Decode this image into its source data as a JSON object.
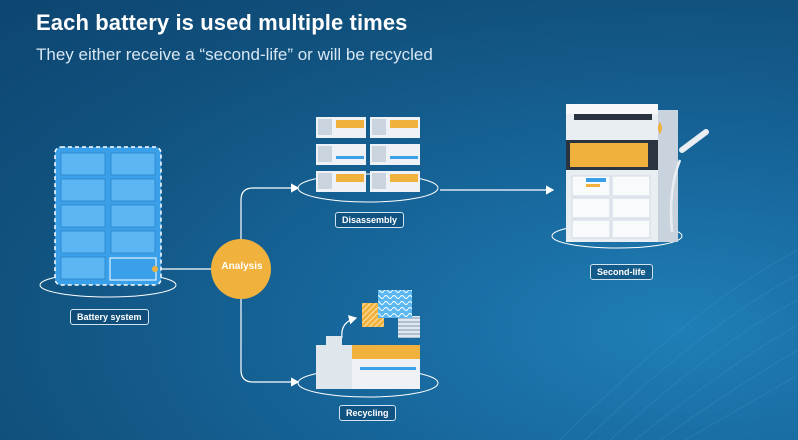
{
  "header": {
    "title": "Each battery is used multiple times",
    "subtitle": "They either receive a “second-life” or will be recycled"
  },
  "nodes": {
    "battery": "Battery system",
    "analysis": "Analysis",
    "disassembly": "Disassembly",
    "second_life": "Second-life",
    "recycling": "Recycling"
  },
  "colors": {
    "accent": "#f0b23c",
    "battery_blue": "#3aa0ea",
    "background": "#11527f"
  }
}
